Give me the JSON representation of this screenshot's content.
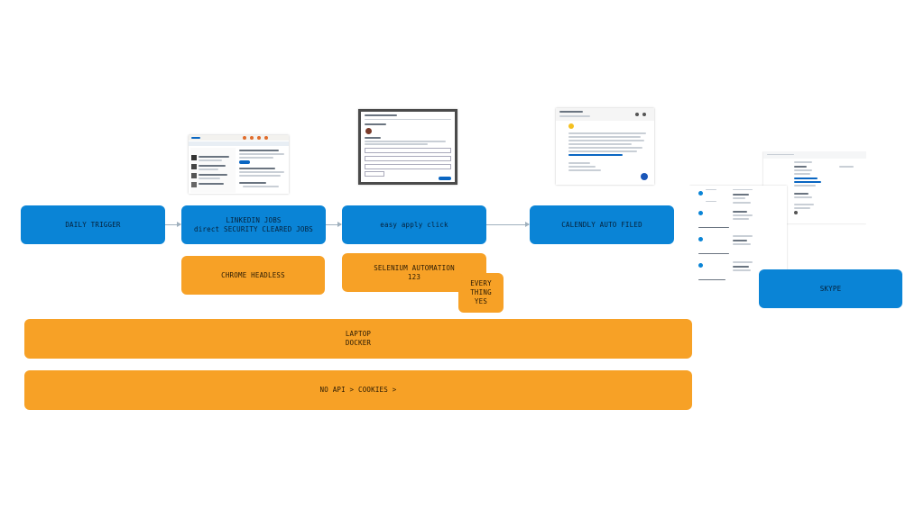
{
  "nodes": {
    "daily_trigger": "DAILY TRIGGER",
    "linkedin_jobs": "LINKEDIN JOBS\ndirect SECURITY CLEARED JOBS",
    "easy_apply": "easy apply click",
    "calendly": "CALENDLY AUTO FILED",
    "skype": "SKYPE",
    "chrome_headless": "CHROME HEADLESS",
    "selenium": "SELENIUM AUTOMATION\n123",
    "every_thing": "EVERY THING\nYES",
    "laptop_docker": "LAPTOP\nDOCKER",
    "no_api": "NO API > COOKIES >"
  },
  "thumbnails": [
    {
      "name": "linkedin-jobs-screenshot"
    },
    {
      "name": "apply-dialog-screenshot"
    },
    {
      "name": "calendly-chat-screenshot"
    },
    {
      "name": "skype-chat-screenshot"
    }
  ],
  "colors": {
    "blue": "#0a84d6",
    "orange": "#f7a126",
    "connector": "#9fb0bd"
  }
}
